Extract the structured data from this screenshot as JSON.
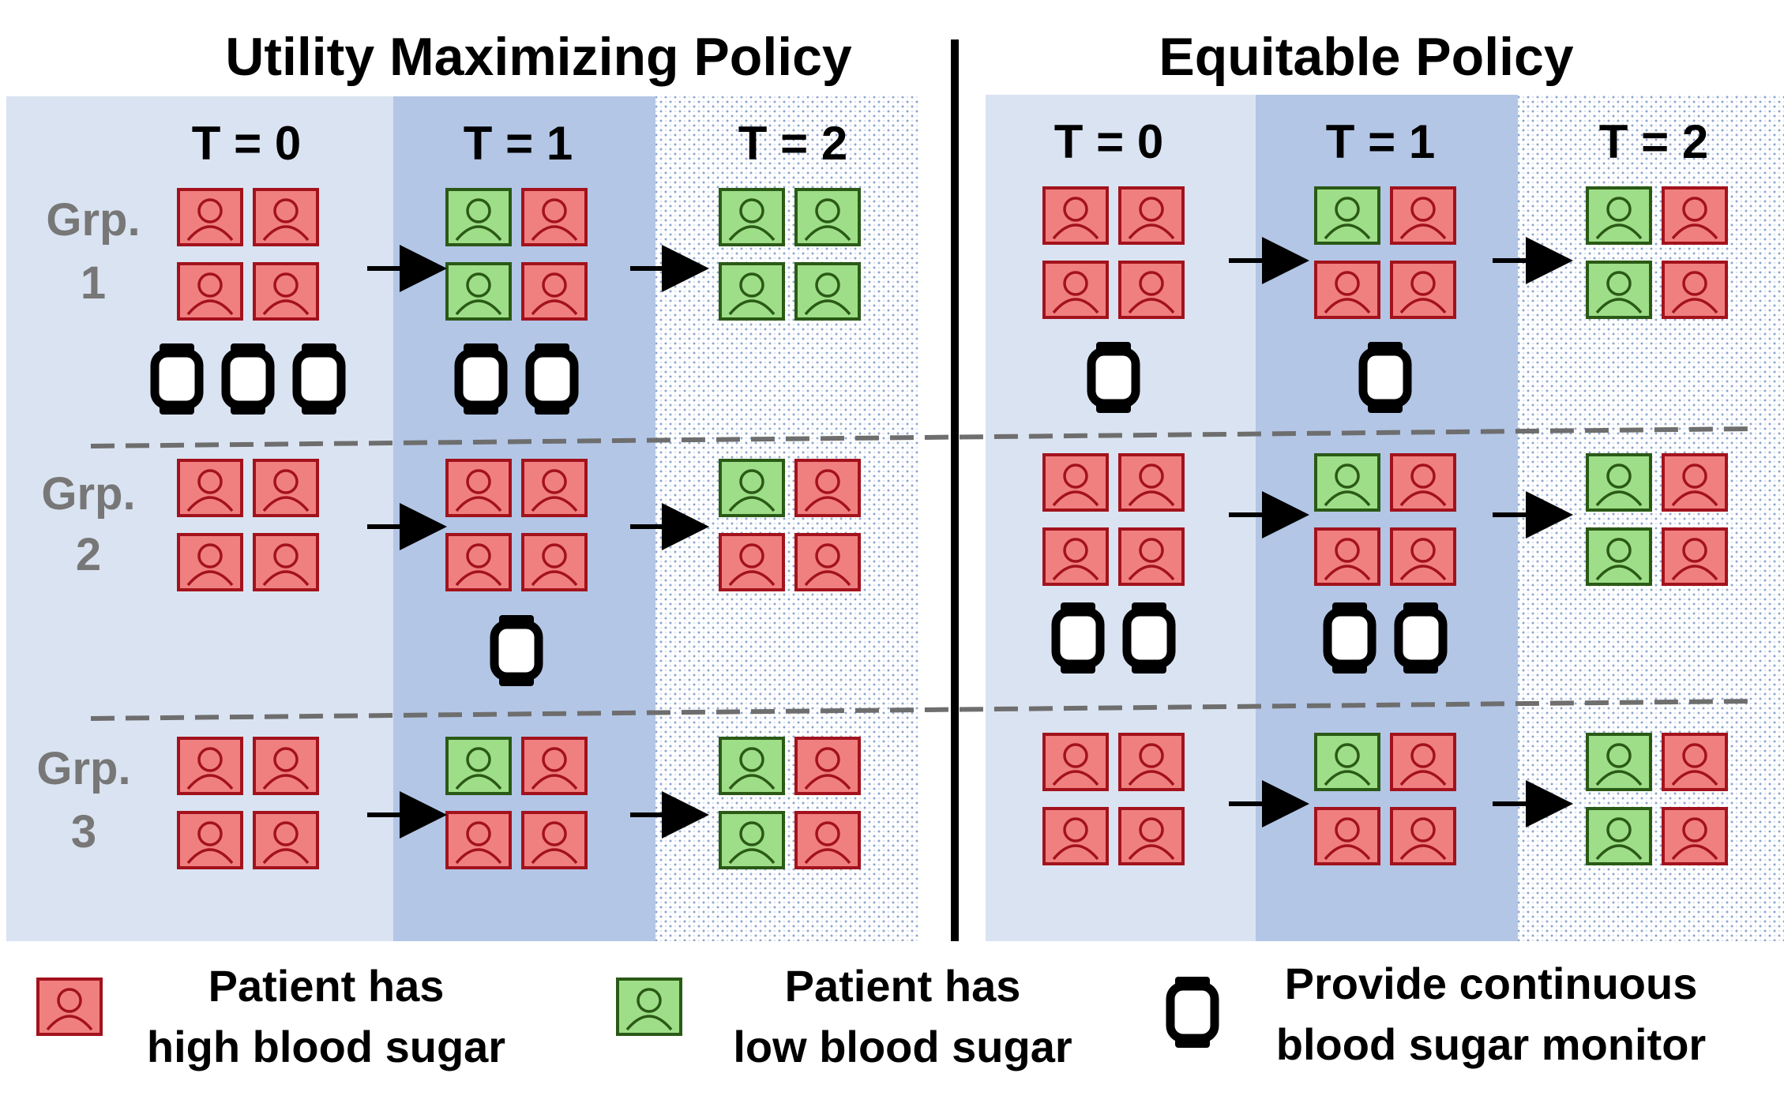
{
  "titles": {
    "left": "Utility Maximizing Policy",
    "right": "Equitable Policy"
  },
  "time_labels": [
    "T = 0",
    "T = 1",
    "T = 2"
  ],
  "groups": [
    {
      "label_line1": "Grp.",
      "label_line2": "1"
    },
    {
      "label_line1": "Grp.",
      "label_line2": "2"
    },
    {
      "label_line1": "Grp.",
      "label_line2": "3"
    }
  ],
  "colors": {
    "panel_t0": "#dae3f1",
    "panel_t1": "#b3c6e6",
    "dots": "#8ea6cf",
    "high_fill": "#f08080",
    "high_stroke": "#a3121c",
    "low_fill": "#9fde88",
    "low_stroke": "#2a5a16",
    "divider": "#000000",
    "dashed": "#6e6e6e",
    "group_label": "#777777"
  },
  "policies": [
    {
      "name": "utility",
      "groups": [
        {
          "states": [
            [
              "H",
              "H",
              "H",
              "H"
            ],
            [
              "L",
              "H",
              "L",
              "H"
            ],
            [
              "L",
              "L",
              "L",
              "L"
            ]
          ],
          "monitors": [
            3,
            2,
            0
          ]
        },
        {
          "states": [
            [
              "H",
              "H",
              "H",
              "H"
            ],
            [
              "H",
              "H",
              "H",
              "H"
            ],
            [
              "L",
              "H",
              "H",
              "H"
            ]
          ],
          "monitors": [
            0,
            1,
            0
          ]
        },
        {
          "states": [
            [
              "H",
              "H",
              "H",
              "H"
            ],
            [
              "L",
              "H",
              "H",
              "H"
            ],
            [
              "L",
              "H",
              "L",
              "H"
            ]
          ],
          "monitors": [
            0,
            0,
            0
          ]
        }
      ]
    },
    {
      "name": "equitable",
      "groups": [
        {
          "states": [
            [
              "H",
              "H",
              "H",
              "H"
            ],
            [
              "L",
              "H",
              "H",
              "H"
            ],
            [
              "L",
              "H",
              "L",
              "H"
            ]
          ],
          "monitors": [
            1,
            1,
            0
          ]
        },
        {
          "states": [
            [
              "H",
              "H",
              "H",
              "H"
            ],
            [
              "L",
              "H",
              "H",
              "H"
            ],
            [
              "L",
              "H",
              "L",
              "H"
            ]
          ],
          "monitors": [
            2,
            2,
            0
          ]
        },
        {
          "states": [
            [
              "H",
              "H",
              "H",
              "H"
            ],
            [
              "L",
              "H",
              "H",
              "H"
            ],
            [
              "L",
              "H",
              "L",
              "H"
            ]
          ],
          "monitors": [
            0,
            0,
            0
          ]
        }
      ]
    }
  ],
  "legend": {
    "high": {
      "line1": "Patient has",
      "line2": "high blood sugar",
      "icon": "patient-high-icon"
    },
    "low": {
      "line1": "Patient has",
      "line2": "low blood sugar",
      "icon": "patient-low-icon"
    },
    "monitor": {
      "line1": "Provide continuous",
      "line2": "blood sugar monitor",
      "icon": "smartwatch-icon"
    }
  }
}
